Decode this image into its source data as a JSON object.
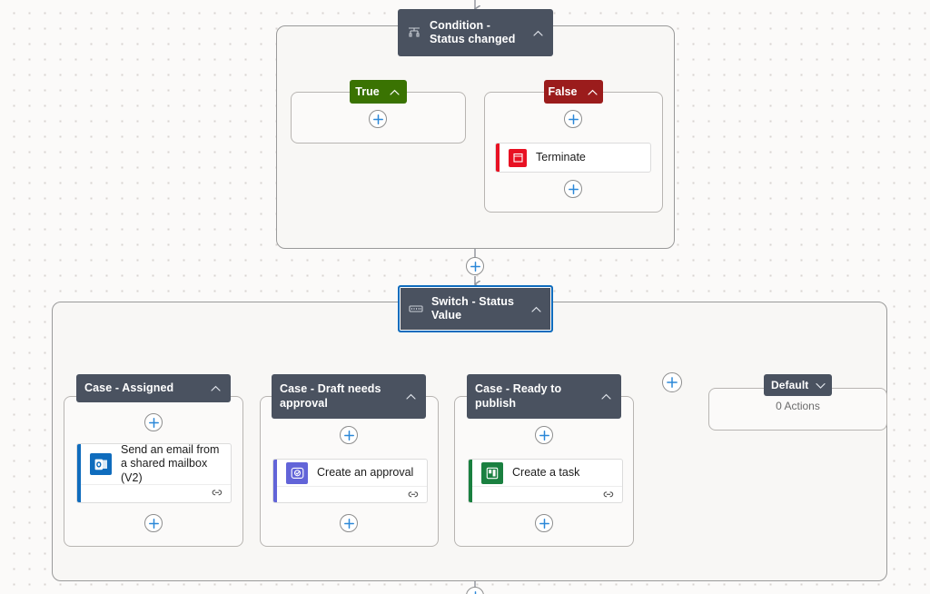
{
  "canvas": {
    "background_color": "#fbfaf9",
    "dot_color": "#d8d4d1"
  },
  "colors": {
    "node_header": "#4a5260",
    "selected_border": "#0f6cbd",
    "true_branch": "#3a7302",
    "false_branch": "#9b1c1c",
    "terminate_accent": "#e81123",
    "outlook_accent": "#0f6cbd",
    "approvals_accent": "#6264d8",
    "planner_accent": "#1a8040",
    "plus_blue": "#2b88d8",
    "connector": "#8d9199"
  },
  "condition": {
    "title": "Condition - Status changed",
    "icon": "condition-icon",
    "collapse_chevron": "chevron-up-icon",
    "branches": {
      "true": {
        "label": "True",
        "chevron": "chevron-up-icon",
        "add_button": "add-action-button"
      },
      "false": {
        "label": "False",
        "chevron": "chevron-up-icon",
        "add_button_top": "add-action-button",
        "add_button_bottom": "add-action-button",
        "action": {
          "title": "Terminate",
          "icon": "terminate-icon",
          "accent": "#e81123"
        }
      }
    }
  },
  "between_add_button": "add-action-button",
  "switch": {
    "title": "Switch - Status Value",
    "icon": "switch-icon",
    "collapse_chevron": "chevron-up-icon",
    "selected": true,
    "cases": [
      {
        "label": "Case - Assigned",
        "chevron": "chevron-up-icon",
        "add_button_top": "add-action-button",
        "add_button_bottom": "add-action-button",
        "action": {
          "title": "Send an email from a shared mailbox (V2)",
          "icon": "outlook-icon",
          "accent": "#0f6cbd",
          "footer_icon": "link-icon"
        }
      },
      {
        "label": "Case - Draft needs approval",
        "chevron": "chevron-up-icon",
        "add_button_top": "add-action-button",
        "add_button_bottom": "add-action-button",
        "action": {
          "title": "Create an approval",
          "icon": "approvals-icon",
          "accent": "#6264d8",
          "footer_icon": "link-icon"
        }
      },
      {
        "label": "Case - Ready to publish",
        "chevron": "chevron-up-icon",
        "add_button_top": "add-action-button",
        "add_button_bottom": "add-action-button",
        "action": {
          "title": "Create a task",
          "icon": "planner-icon",
          "accent": "#1a8040",
          "footer_icon": "link-icon"
        }
      }
    ],
    "add_case_button": "add-case-button",
    "default_case": {
      "label": "Default",
      "chevron": "chevron-down-icon",
      "actions_count_text": "0 Actions"
    }
  }
}
